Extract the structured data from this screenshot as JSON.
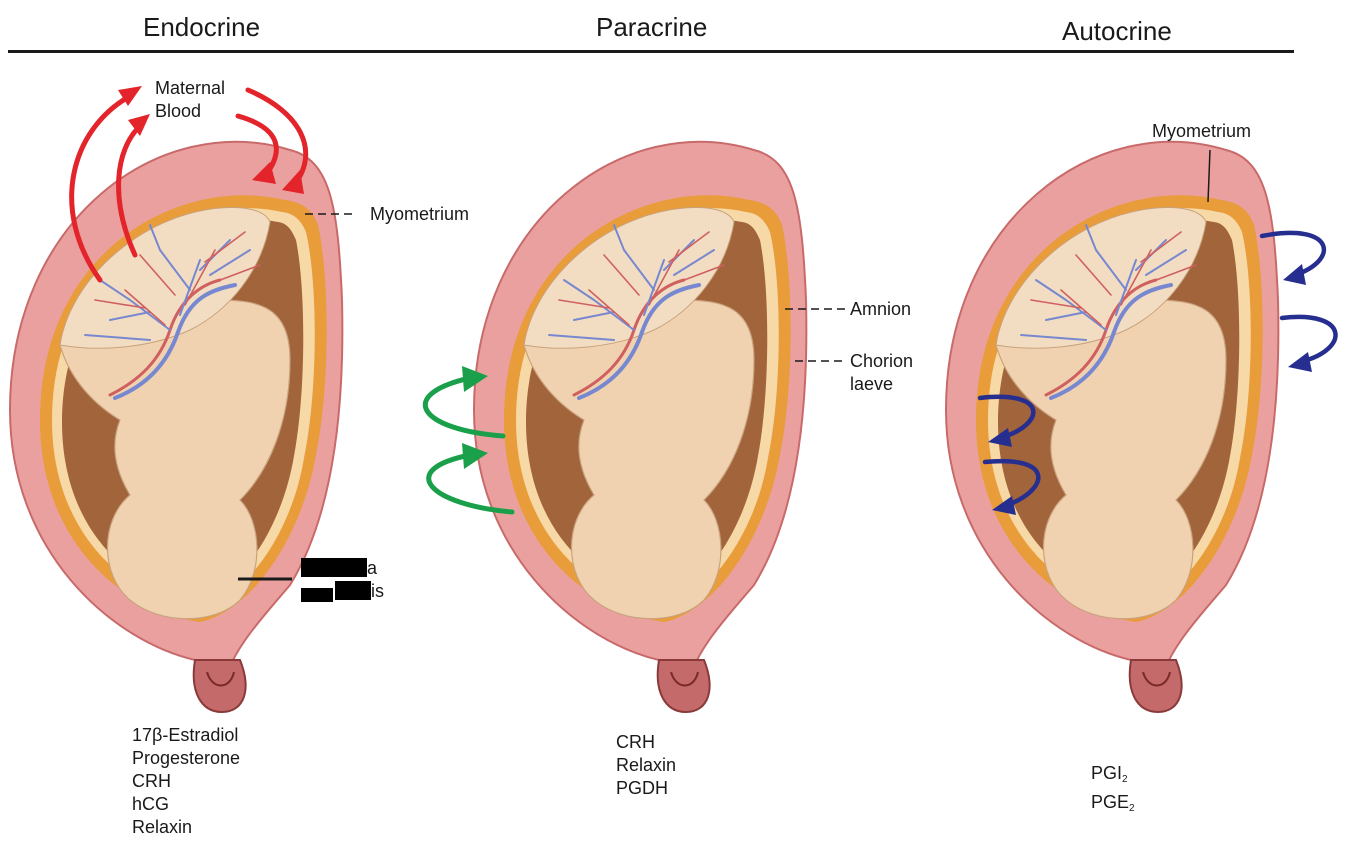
{
  "headers": {
    "endocrine": "Endocrine",
    "paracrine": "Paracrine",
    "autocrine": "Autocrine"
  },
  "labels": {
    "maternal_blood_line1": "Maternal",
    "maternal_blood_line2": "Blood",
    "myometrium_left": "Myometrium",
    "amnion": "Amnion",
    "chorion_line1": "Chorion",
    "chorion_line2": "laeve",
    "myometrium_right": "Myometrium",
    "decidua_partial": "a",
    "parietalis_partial": "is"
  },
  "lists": {
    "endocrine": [
      "17β-Estradiol",
      "Progesterone",
      "CRH",
      "hCG",
      "Relaxin"
    ],
    "paracrine": [
      "CRH",
      "Relaxin",
      "PGDH"
    ],
    "autocrine": [
      {
        "base": "PGI",
        "sub": "2"
      },
      {
        "base": "PGE",
        "sub": "2"
      }
    ]
  },
  "colors": {
    "endocrine_arrows": "#e3242b",
    "paracrine_arrows": "#1aa04a",
    "autocrine_arrows": "#262e8f",
    "myometrium": "#eba0a0",
    "chorion": "#e89c3a",
    "cavity": "#a2643a",
    "fetus": "#f0d2b0",
    "vessels_blue": "#7788d0",
    "vessels_red": "#d06060"
  }
}
